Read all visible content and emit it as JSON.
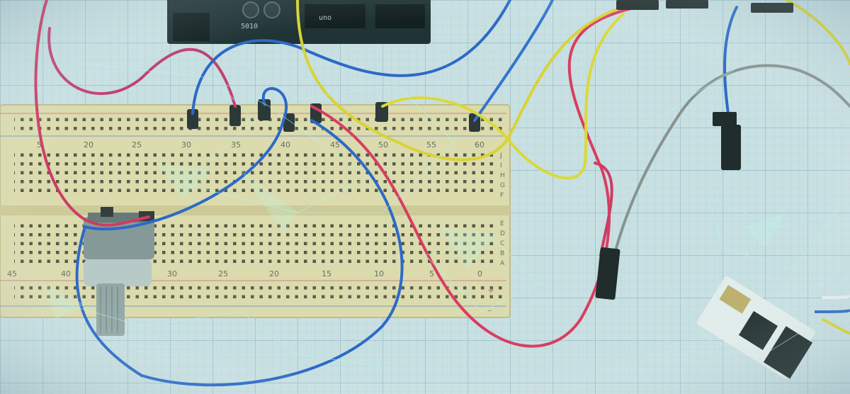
{
  "photo": {
    "subject": "breadboard circuit",
    "colors": {
      "wire_red": "#d8325f",
      "wire_blue": "#2a64c8",
      "wire_yellow": "#e4d62a",
      "wire_gray": "#8a8f8a",
      "breadboard": "#e9dfb0",
      "mat": "#d6e6e8",
      "grid": "#9fc2d0"
    }
  },
  "breadboard": {
    "top_numbers": [
      "5",
      "20",
      "25",
      "30",
      "35",
      "40",
      "45",
      "50",
      "55",
      "60"
    ],
    "bottom_numbers": [
      "45",
      "40",
      "30",
      "25",
      "20",
      "15",
      "10",
      "5",
      "0"
    ],
    "top_rows": [
      "J",
      "I",
      "H",
      "G",
      "F"
    ],
    "bottom_rows": [
      "E",
      "D",
      "C",
      "B",
      "A"
    ],
    "rail_plus": "+",
    "rail_minus": "–"
  },
  "arduino": {
    "labels": [
      "5010",
      "uno"
    ]
  }
}
